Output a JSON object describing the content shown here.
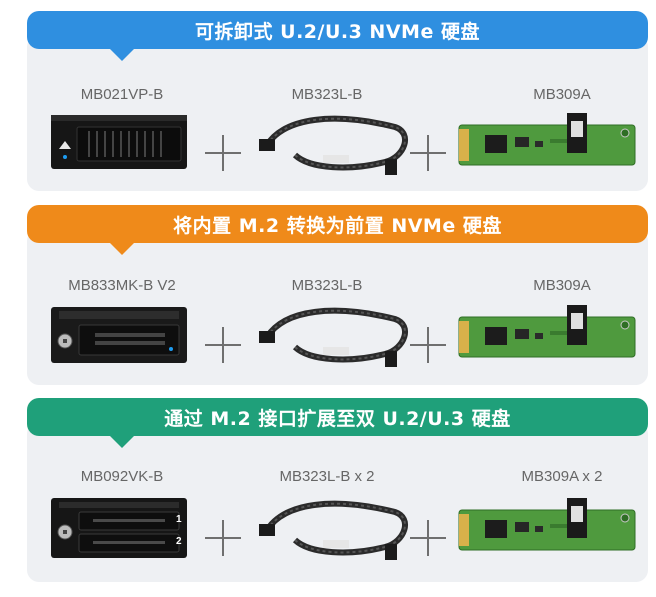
{
  "sections": [
    {
      "title": "可拆卸式 U.2/U.3 NVMe 硬盘",
      "color": "#2f8fe0",
      "products": [
        "MB021VP-B",
        "MB323L-B",
        "MB309A"
      ]
    },
    {
      "title": "将内置 M.2 转换为前置 NVMe 硬盘",
      "color": "#ef8a1a",
      "products": [
        "MB833MK-B V2",
        "MB323L-B",
        "MB309A"
      ]
    },
    {
      "title": "通过 M.2 接口扩展至双 U.2/U.3 硬盘",
      "color": "#1fa07a",
      "products": [
        "MB092VK-B",
        "MB323L-B x 2",
        "MB309A x 2"
      ]
    }
  ],
  "icons": {
    "plus": "plus-icon",
    "enclosure": "drive-enclosure-image",
    "cable": "cable-image",
    "adapter": "adapter-board-image"
  },
  "tags": {
    "bay1": "1",
    "bay2": "2"
  }
}
